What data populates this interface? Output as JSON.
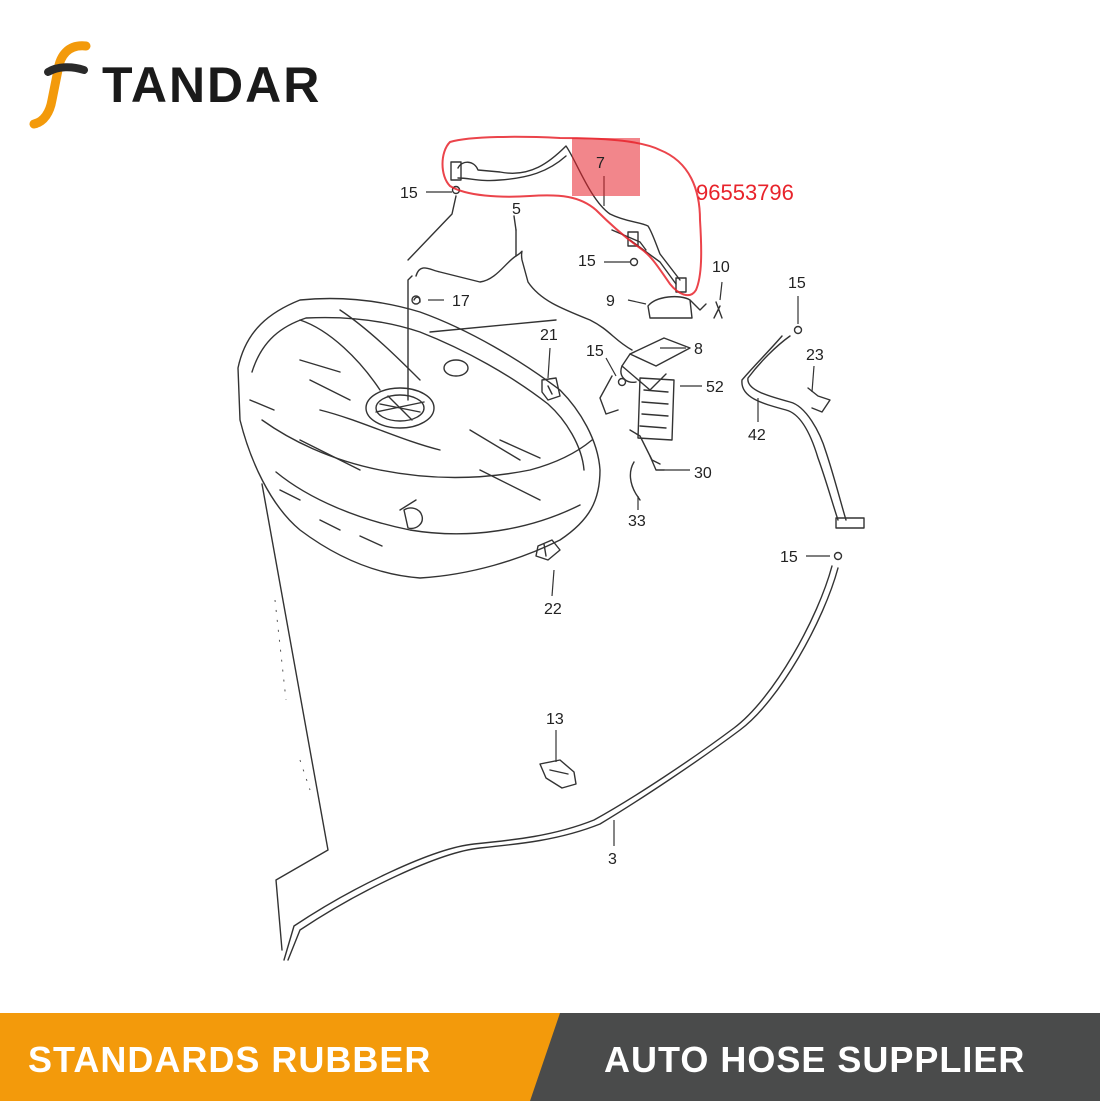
{
  "brand": {
    "logo_text": "TANDAR",
    "accent_color": "#f39a0b",
    "dark_color": "#4a4b4b"
  },
  "highlight": {
    "part_number": "96553796",
    "color": "#e8232b"
  },
  "callouts": {
    "c1": "15",
    "c2": "5",
    "c3": "7",
    "c4": "15",
    "c5": "10",
    "c6": "17",
    "c7": "9",
    "c8": "15",
    "c9": "21",
    "c10": "15",
    "c11": "8",
    "c12": "23",
    "c13": "52",
    "c14": "42",
    "c15": "30",
    "c16": "33",
    "c17": "15",
    "c18": "22",
    "c19": "13",
    "c20": "3"
  },
  "footer": {
    "left_text": "STANDARDS RUBBER",
    "right_text": "AUTO HOSE SUPPLIER"
  }
}
